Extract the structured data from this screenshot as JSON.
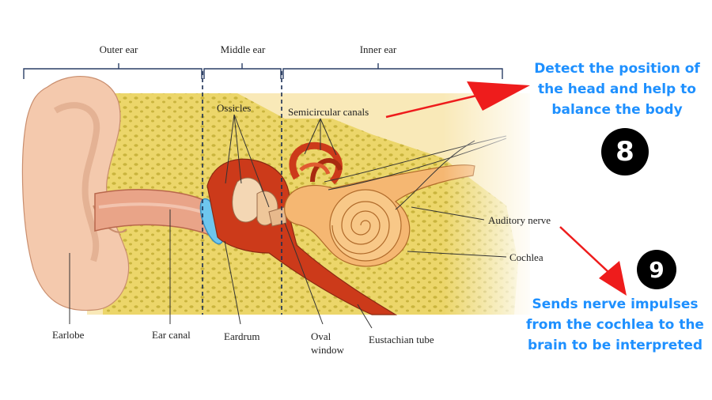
{
  "diagram": {
    "sections": {
      "outer": "Outer ear",
      "middle": "Middle ear",
      "inner": "Inner ear"
    },
    "labels": {
      "ossicles": "Ossicles",
      "semicircular_canals": "Semicircular canals",
      "auditory_nerve": "Auditory nerve",
      "cochlea": "Cochlea",
      "earlobe": "Earlobe",
      "ear_canal": "Ear canal",
      "eardrum": "Eardrum",
      "oval_window_line1": "Oval",
      "oval_window_line2": "window",
      "eustachian_tube": "Eustachian tube"
    }
  },
  "callouts": {
    "eight": {
      "number": "8",
      "text_line1": "Detect the position of",
      "text_line2": "the head and help to",
      "text_line3": "balance the body"
    },
    "nine": {
      "number": "9",
      "text_line1": "Sends nerve impulses",
      "text_line2": "from the cochlea to the",
      "text_line3": "brain to be interpreted"
    }
  },
  "colors": {
    "callout_text": "#1e90ff",
    "arrow": "#ee1c1c",
    "bone": "#ecd66a",
    "skin": "#f4c9ad",
    "canal": "#cc3a1a"
  }
}
